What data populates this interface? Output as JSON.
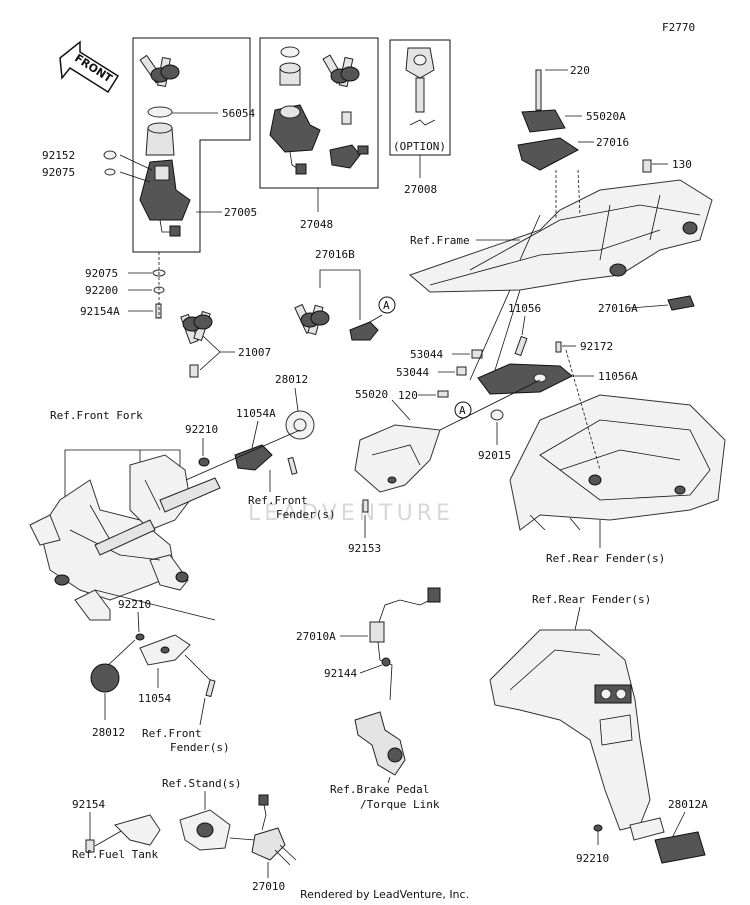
{
  "figure_code": "F2770",
  "footer": "Rendered by LeadVenture, Inc.",
  "watermark": "LEADVENTURE",
  "front_arrow": "FRONT",
  "option_label": "(OPTION)",
  "part_labels": {
    "p56054": "56054",
    "p92152": "92152",
    "p92075a": "92075",
    "p27005": "27005",
    "p92075b": "92075",
    "p92200": "92200",
    "p92154a": "92154A",
    "p27048": "27048",
    "p27008": "27008",
    "p220": "220",
    "p55020a": "55020A",
    "p27016": "27016",
    "p130": "130",
    "p27016b": "27016B",
    "p27016a": "27016A",
    "p21007": "21007",
    "p11056": "11056",
    "p53044a": "53044",
    "p53044b": "53044",
    "p92172": "92172",
    "p11056a": "11056A",
    "p28012a": "28012",
    "p11054a": "11054A",
    "p92210a": "92210",
    "p55020": "55020",
    "p120": "120",
    "p92015": "92015",
    "p92153": "92153",
    "p92210b": "92210",
    "p11054": "11054",
    "p28012b": "28012",
    "p27010a": "27010A",
    "p92144": "92144",
    "p92154": "92154",
    "p27010": "27010",
    "p28012c": "28012A",
    "p92210c": "92210"
  },
  "callouts": {
    "a1": "A",
    "a2": "A"
  },
  "refs": {
    "frame": "Ref.Frame",
    "front_fork": "Ref.Front Fork",
    "front_fender_1a": "Ref.Front",
    "front_fender_1b": "Fender(s)",
    "front_fender_2a": "Ref.Front",
    "front_fender_2b": "Fender(s)",
    "rear_fender_1": "Ref.Rear Fender(s)",
    "rear_fender_2": "Ref.Rear Fender(s)",
    "brake_pedal_a": "Ref.Brake Pedal",
    "brake_pedal_b": "/Torque Link",
    "fuel_tank": "Ref.Fuel Tank",
    "stand": "Ref.Stand(s)"
  }
}
